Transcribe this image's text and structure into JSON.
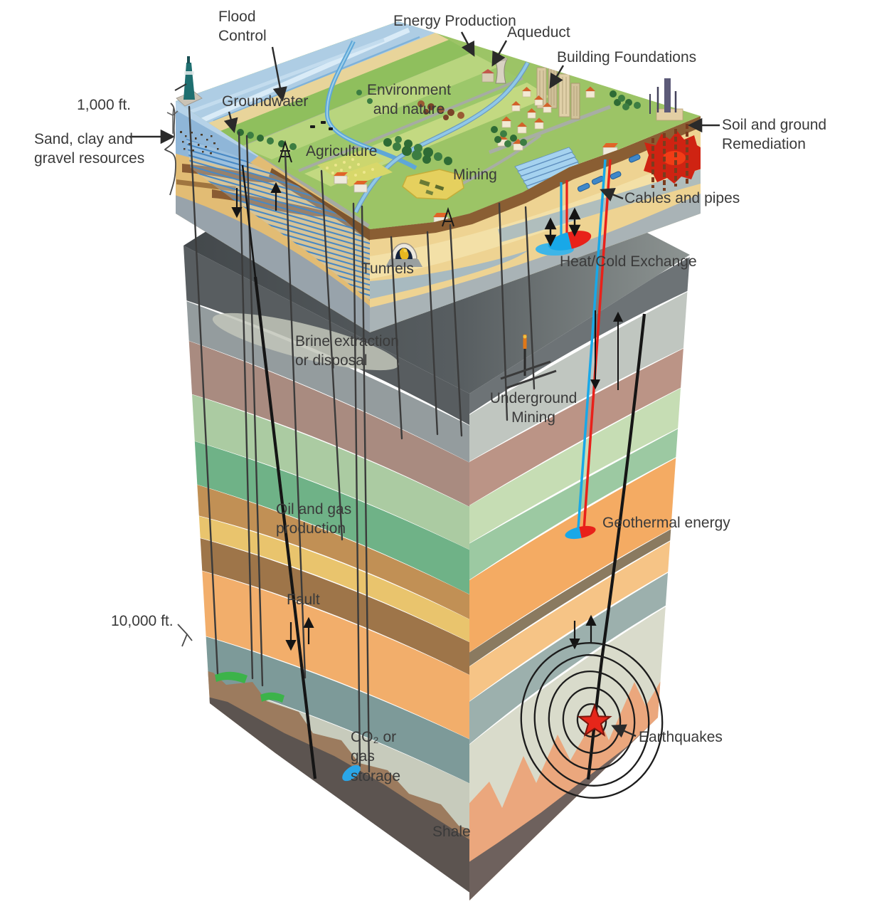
{
  "diagram": {
    "kind": "geological-block-diagram",
    "labels": {
      "flood_control": "Flood\nControl",
      "energy_production": "Energy Production",
      "aqueduct": "Aqueduct",
      "building_foundations": "Building Foundations",
      "groundwater": "Groundwater",
      "environment_nature": "Environment\nand nature",
      "agriculture": "Agriculture",
      "mining": "Mining",
      "soil_remediation": "Soil and ground\nRemediation",
      "cables_pipes": "Cables and pipes",
      "heat_cold_exchange": "Heat/Cold Exchange",
      "tunnels": "Tunnels",
      "brine": "Brine extraction\nor disposal",
      "underground_mining": "Underground\nMining",
      "oil_gas": "Oil and gas\nproduction",
      "geothermal": "Geothermal energy",
      "fault": "Fault",
      "co2_storage": "CO₂ or\ngas\nstorage",
      "earthquakes": "Earthquakes",
      "shale": "Shale",
      "depth_shallow": "1,000 ft.",
      "depth_deep": "10,000 ft.",
      "sand_clay": "Sand, clay and\ngravel resources"
    },
    "colors": {
      "background": "#ffffff",
      "label_text": "#3a3a3a",
      "grass": "#9cc466",
      "surface_water": "#aecde4",
      "sand": "#e2bc74",
      "aquifer_hatch": "#4788c4",
      "topsoil": "#8a5e33",
      "block_top": "#4b5053",
      "strata_mauve": "#bb9486",
      "strata_green_light": "#c6ddb4",
      "strata_green": "#6fb287",
      "strata_orange": "#f4ab63",
      "strata_yellow": "#e9c46d",
      "strata_teal": "#7d9a99",
      "strata_beige": "#d9dbcb",
      "shale_salmon": "#eba77d",
      "shale_brown": "#9c7b5e",
      "basement": "#5c5450",
      "pipe_cold": "#18a8e8",
      "pipe_hot": "#e8211a",
      "contamination_red": "#cf2312",
      "co2_blue": "#2aa6e8",
      "earthquake_star": "#e6261a",
      "fault_line": "#151515",
      "green_seam": "#3cb34a"
    },
    "icons": [
      "drilling-rig-icon",
      "wind-turbine-icon",
      "derrick-icon",
      "cooling-tower-icon",
      "tunnel-portal-icon",
      "mine-shaft-icon",
      "earthquake-star-icon",
      "heat-exchange-icon",
      "geothermal-doublet-icon",
      "co2-plume-icon",
      "remediation-plume-icon",
      "greenhouse-icon",
      "house-icon",
      "skyscraper-icon",
      "tree-icon",
      "cow-icon",
      "shed-icon",
      "cable-duct-icon"
    ]
  }
}
